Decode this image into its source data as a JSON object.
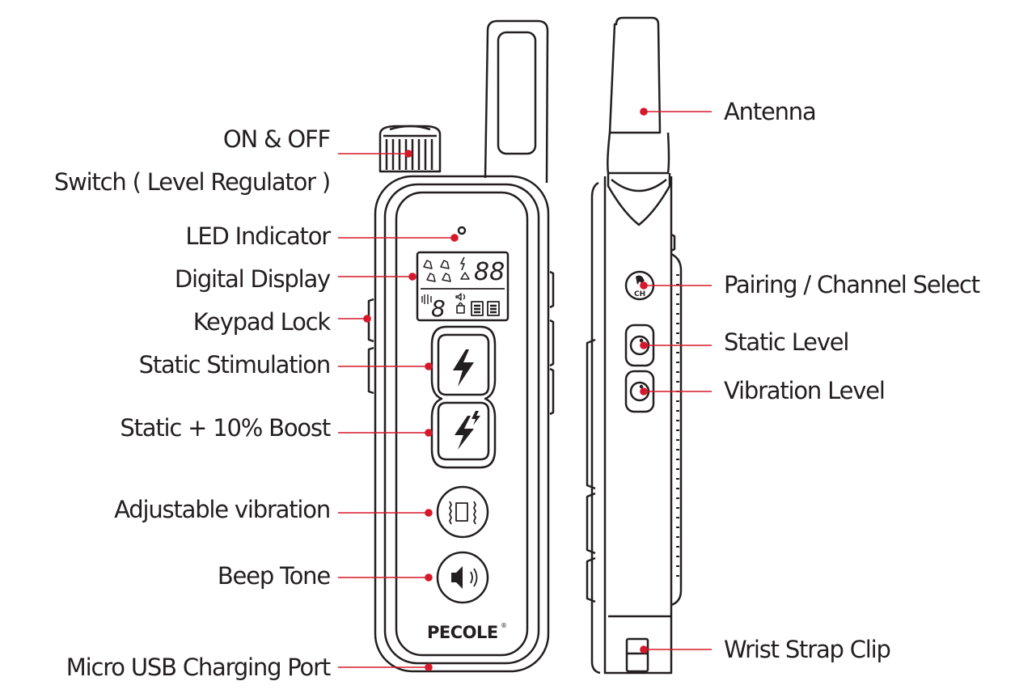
{
  "labels": {
    "on_off_line1": "ON & OFF",
    "on_off_line2": "Switch ( Level Regulator )",
    "led_indicator": "LED Indicator",
    "digital_display": "Digital Display",
    "keypad_lock": "Keypad Lock",
    "static_stimulation": "Static Stimulation",
    "static_boost": "Static + 10% Boost",
    "adjustable_vibration": "Adjustable vibration",
    "beep_tone": "Beep Tone",
    "micro_usb": "Micro USB Charging Port",
    "antenna": "Antenna",
    "pairing_channel": "Pairing / Channel Select",
    "static_level": "Static Level",
    "vibration_level": "Vibration Level",
    "wrist_strap_clip": "Wrist Strap Clip"
  },
  "device": {
    "brand": "PECOLE",
    "brand_mark": "®",
    "display_digits_top": "88",
    "display_digit_left": "8",
    "channel_button": "CH"
  },
  "colors": {
    "callout": "#d7182a",
    "outline": "#231f20"
  }
}
